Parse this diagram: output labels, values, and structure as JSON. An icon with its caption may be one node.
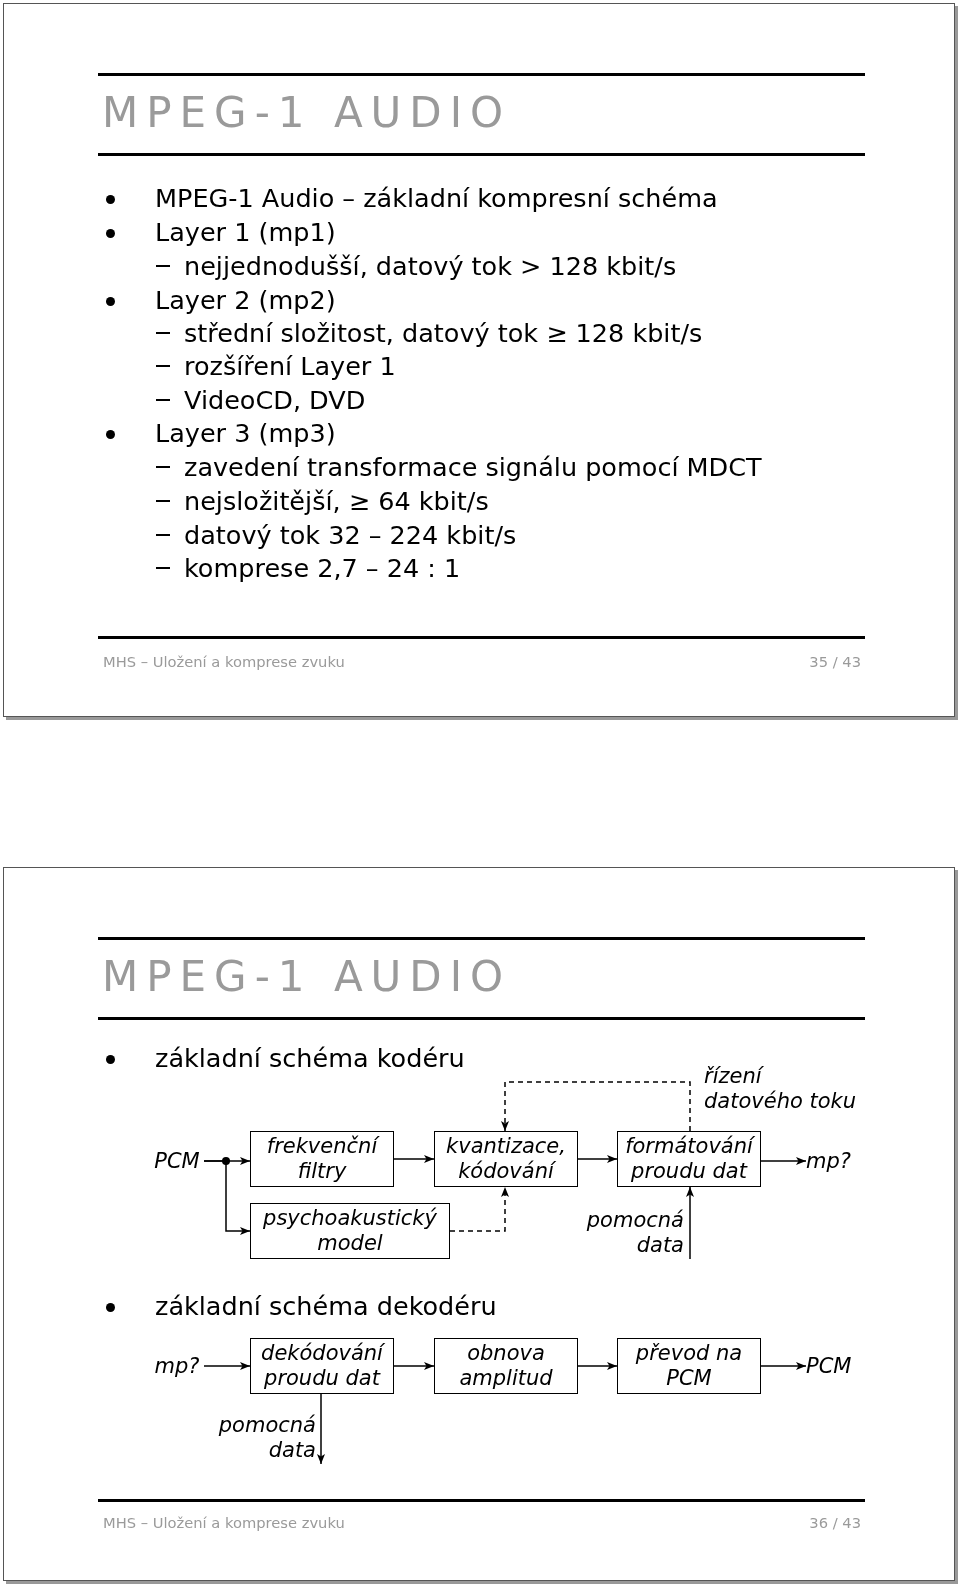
{
  "diagram": {
    "nodes": [
      {
        "text": [
          "PCM"
        ]
      },
      {
        "text": [
          "frekvenční filtry"
        ]
      },
      {
        "text": [
          "kvantizace, kódování"
        ]
      },
      {
        "text": [
          "formátování proudu dat"
        ]
      },
      {
        "text": [
          "mp?"
        ]
      },
      {
        "text": [
          "psychoakustický model"
        ]
      },
      {
        "text": [
          "pomocná data"
        ]
      },
      {
        "text": [
          "mp?"
        ]
      },
      {
        "text": [
          "dekódování proudu dat"
        ]
      },
      {
        "text": [
          "obnova amplitud"
        ]
      },
      {
        "text": [
          "převod na PCM"
        ]
      },
      {
        "text": [
          "PCM"
        ]
      },
      {
        "text": [
          "pomocná data"
        ]
      }
    ],
    "edges": [
      {
        "from": 0,
        "to": 1,
        "arrow": "to"
      },
      {
        "from": 0,
        "to": 5,
        "arrow": "to"
      },
      {
        "from": 1,
        "to": 2,
        "arrow": "to"
      },
      {
        "from": 2,
        "to": 3,
        "arrow": "to"
      },
      {
        "from": 3,
        "to": 4,
        "arrow": "to"
      },
      {
        "from": 3,
        "to": 2,
        "arrow": "to",
        "style": "dashed",
        "label": "řízení datového toku"
      },
      {
        "from": 5,
        "to": 2,
        "arrow": "to",
        "style": "dashed"
      },
      {
        "from": 6,
        "to": 3,
        "arrow": "to"
      },
      {
        "from": 7,
        "to": 8,
        "arrow": "to"
      },
      {
        "from": 8,
        "to": 9,
        "arrow": "to"
      },
      {
        "from": 9,
        "to": 10,
        "arrow": "to"
      },
      {
        "from": 10,
        "to": 11,
        "arrow": "to"
      },
      {
        "from": 8,
        "to": 12,
        "arrow": "to"
      }
    ],
    "labels": [
      "MPEG-1 AUDIO",
      "MPEG-1 Audio – základní kompresní schéma",
      "Layer 1 (mp1)",
      "nejjednodušší, datový tok > 128 kbit/s",
      "Layer 2 (mp2)",
      "střední složitost, datový tok ≥ 128 kbit/s",
      "rozšíření Layer 1",
      "VideoCD, DVD",
      "Layer 3 (mp3)",
      "zavedení transformace signálu pomocí MDCT",
      "nejsložitější, ≥ 64 kbit/s",
      "datový tok 32 – 224 kbit/s",
      "komprese 2,7 – 24 : 1",
      "MHS – Uložení a komprese zvuku",
      "35 / 43",
      "MPEG-1 AUDIO",
      "základní schéma kodéru",
      "základní schéma dekodéru",
      "MHS – Uložení a komprese zvuku",
      "36 / 43"
    ]
  }
}
